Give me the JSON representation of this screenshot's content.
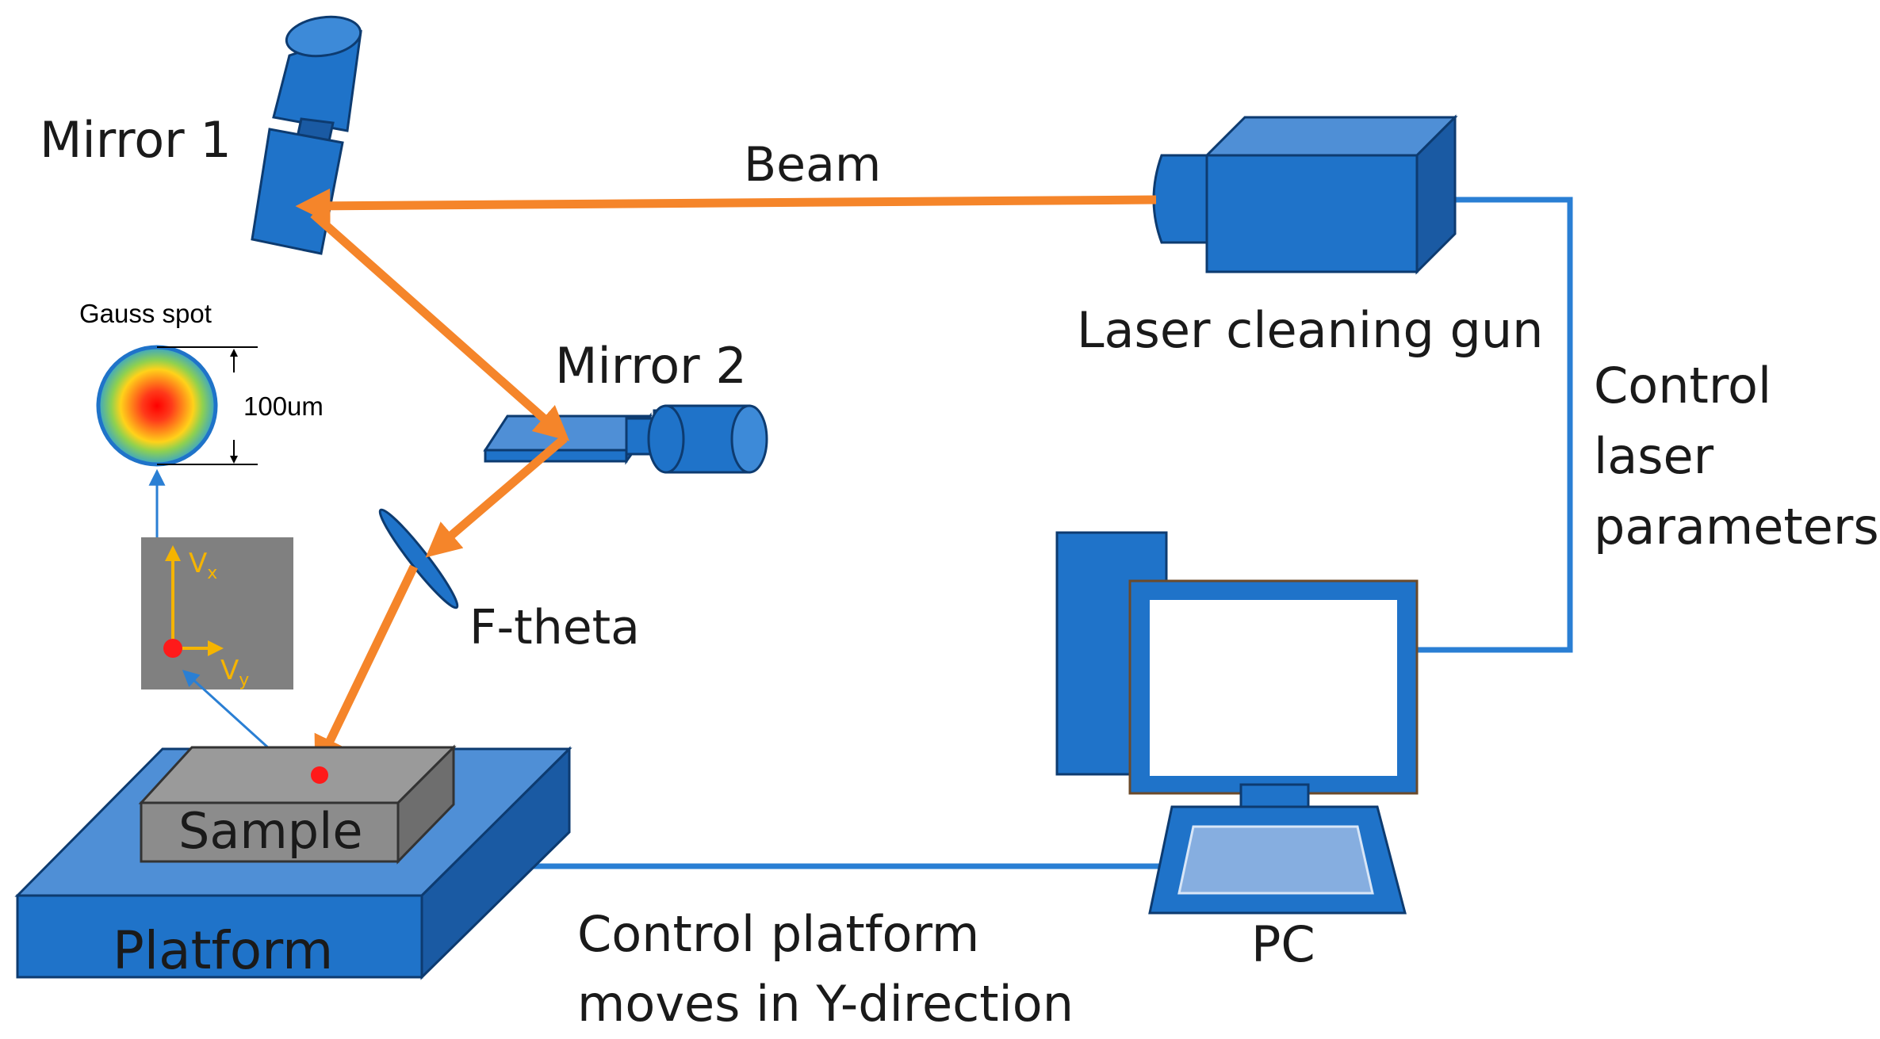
{
  "labels": {
    "mirror1": "Mirror 1",
    "mirror2": "Mirror 2",
    "beam": "Beam",
    "laser_gun": "Laser cleaning gun",
    "control_laser": [
      "Control",
      "laser",
      "parameters"
    ],
    "f_theta": "F-theta",
    "gauss_spot": "Gauss spot",
    "spot_size": "100um",
    "vx": "V",
    "vx_sub": "x",
    "vy": "V",
    "vy_sub": "y",
    "sample": "Sample",
    "platform": "Platform",
    "control_platform": [
      "Control platform",
      "moves in Y-direction"
    ],
    "pc": "PC"
  },
  "colors": {
    "component_blue": "#1f73c9",
    "component_dark": "#1a5aa3",
    "component_light": "#4f8fd6",
    "beam_orange": "#f5852a",
    "cable_blue": "#2a7fd4",
    "sample_gray": "#8c8c8c",
    "inset_gray": "#808080",
    "vector_yellow": "#f5b400",
    "spot_red": "#ff1a1a"
  }
}
